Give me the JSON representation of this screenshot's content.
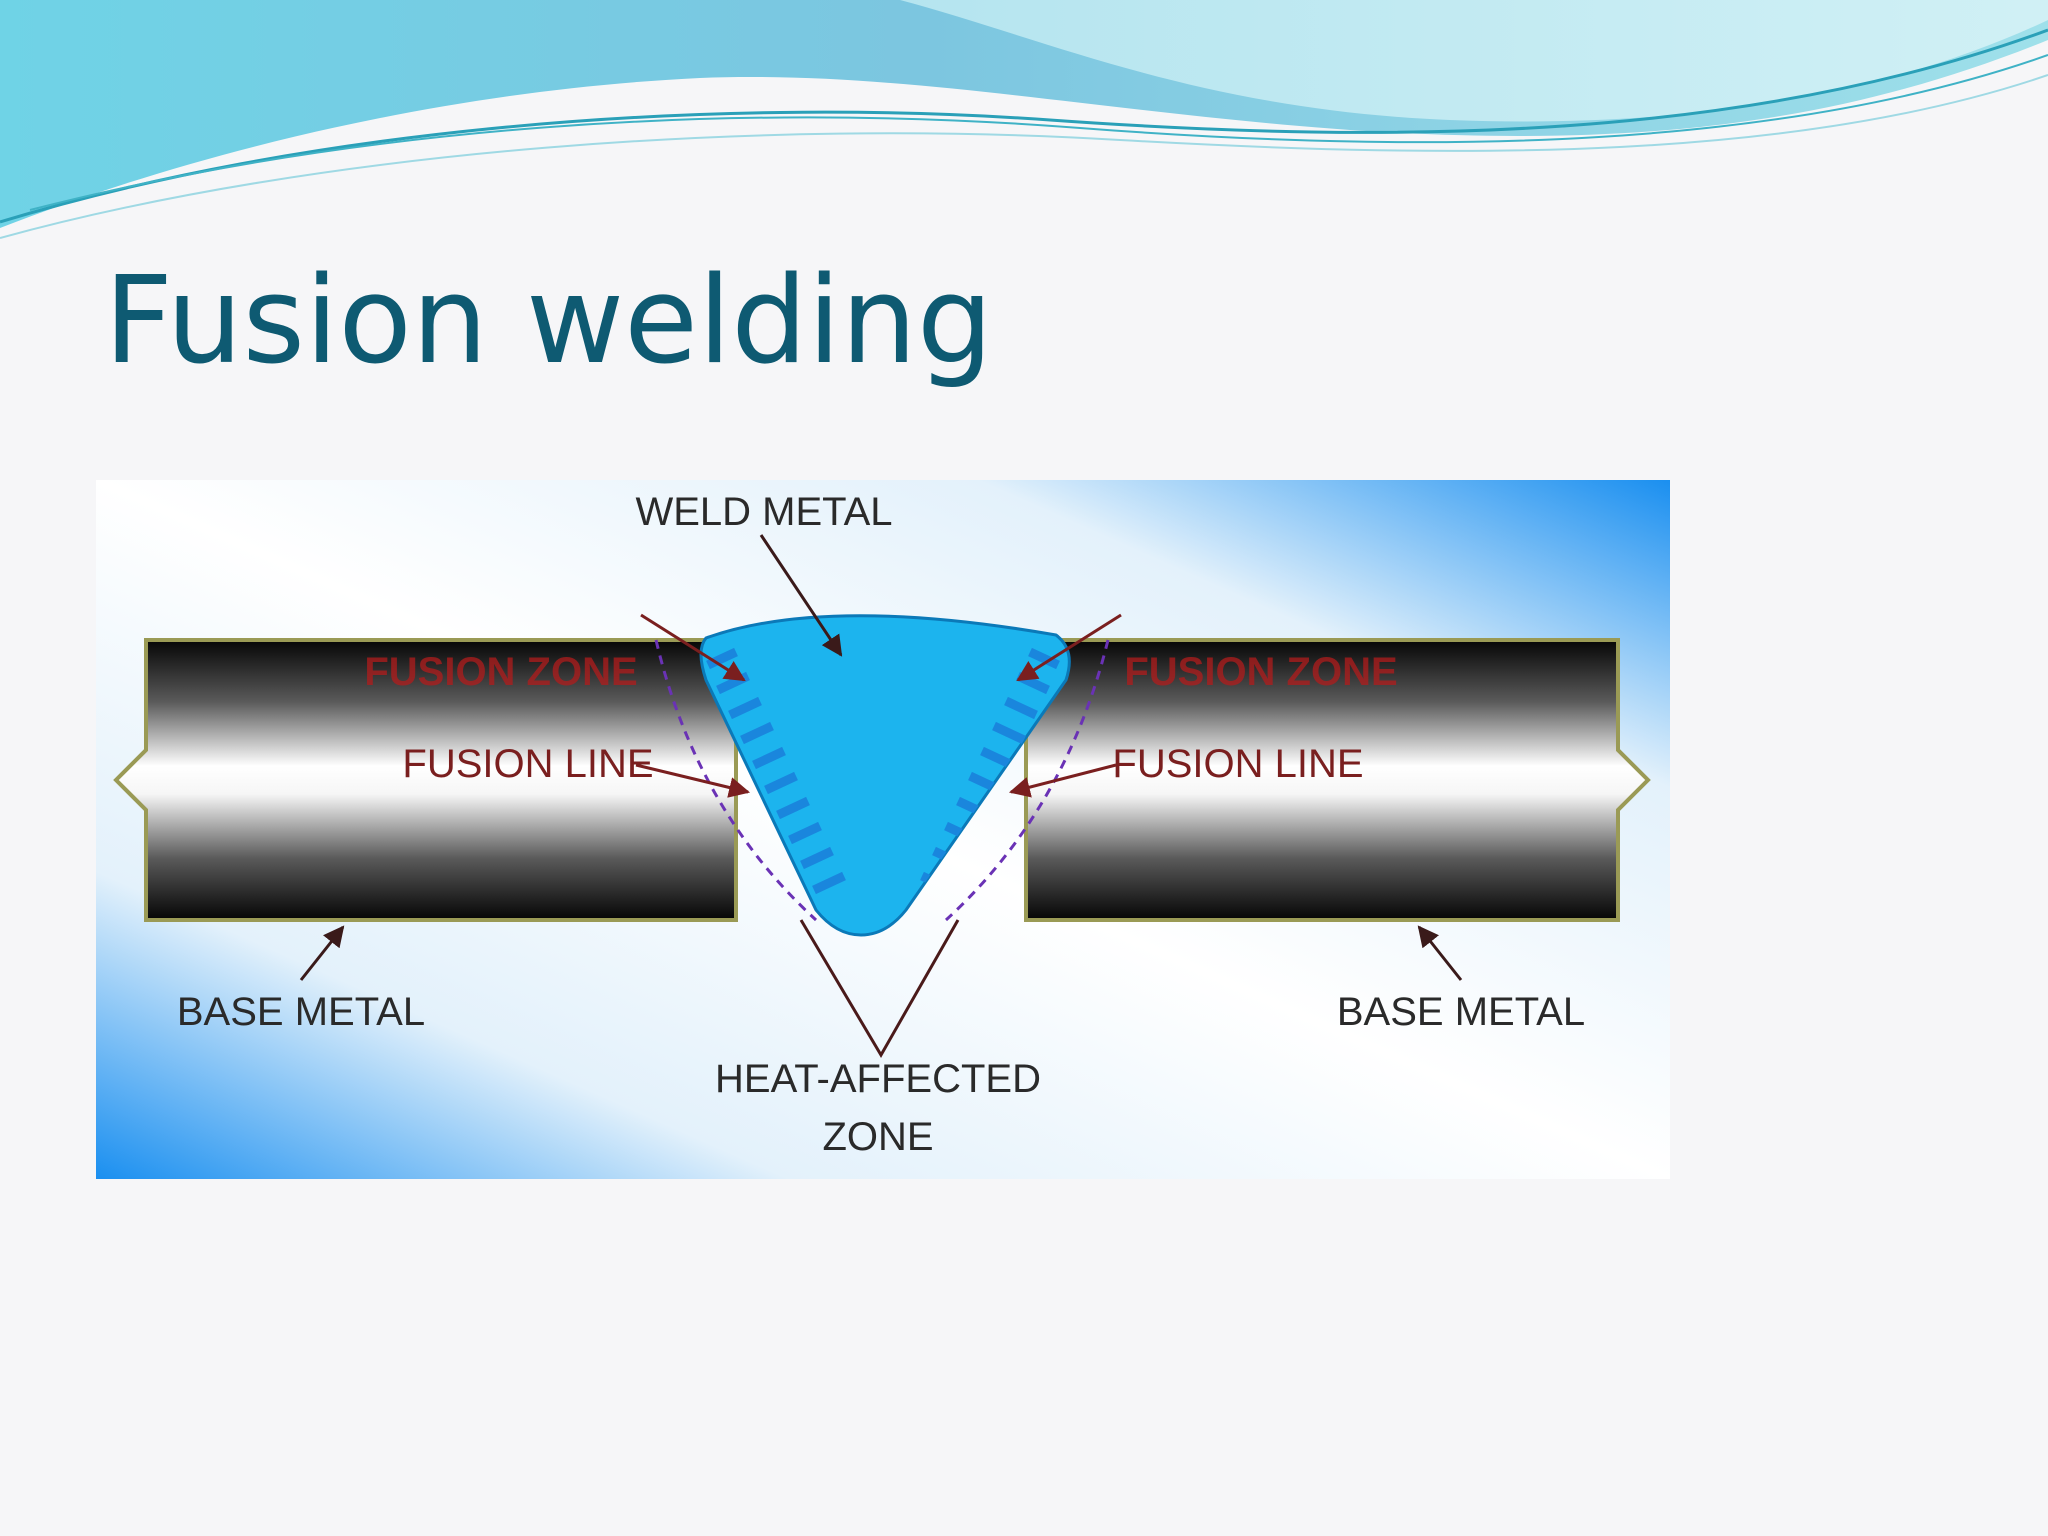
{
  "slide": {
    "title": "Fusion welding"
  },
  "diagram": {
    "labels": {
      "weld_metal": "WELD METAL",
      "fusion_zone_left": "FUSION ZONE",
      "fusion_zone_right": "FUSION ZONE",
      "fusion_line_left": "FUSION LINE",
      "fusion_line_right": "FUSION LINE",
      "base_metal_left": "BASE METAL",
      "base_metal_right": "BASE METAL",
      "heat_affected_line1": "HEAT-AFFECTED",
      "heat_affected_line2": "ZONE"
    },
    "colors": {
      "weld_metal": "#1cb4ee",
      "weld_hatch": "#1a86dd",
      "fusion_line": "#7a1f1f",
      "heat_affected_boundary": "#6a32b5",
      "title": "#0e5a72"
    }
  }
}
